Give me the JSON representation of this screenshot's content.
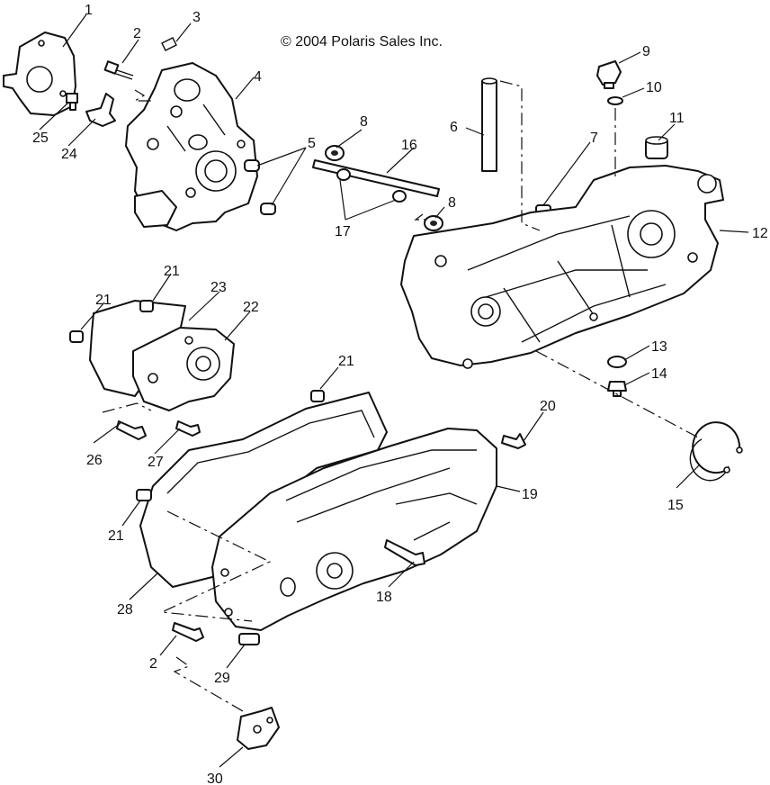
{
  "copyright": "© 2004 Polaris Sales Inc.",
  "callouts": [
    "1",
    "2",
    "3",
    "4",
    "5",
    "6",
    "7",
    "8",
    "9",
    "10",
    "11",
    "12",
    "13",
    "14",
    "15",
    "16",
    "17",
    "8",
    "19",
    "20",
    "21",
    "21",
    "21",
    "22",
    "23",
    "24",
    "25",
    "26",
    "27",
    "21",
    "28",
    "18",
    "2",
    "29",
    "30"
  ]
}
